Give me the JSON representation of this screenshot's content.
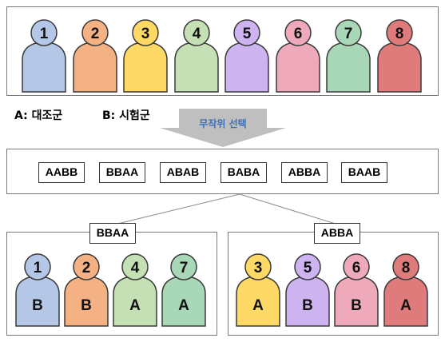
{
  "colors": {
    "c1": "#b4c7e7",
    "c2": "#f4b183",
    "c3": "#ffd966",
    "c4": "#c5e0b4",
    "c5": "#cdb4f0",
    "c6": "#eeaabb",
    "c7": "#a9d8b8",
    "c8": "#e07b7b"
  },
  "top_people": [
    {
      "num": "1",
      "color": "#b4c7e7"
    },
    {
      "num": "2",
      "color": "#f4b183"
    },
    {
      "num": "3",
      "color": "#ffd966"
    },
    {
      "num": "4",
      "color": "#c5e0b4"
    },
    {
      "num": "5",
      "color": "#cdb4f0"
    },
    {
      "num": "6",
      "color": "#eeaabb"
    },
    {
      "num": "7",
      "color": "#a9d8b8"
    },
    {
      "num": "8",
      "color": "#e07b7b"
    }
  ],
  "legend": {
    "a": "A: 대조군",
    "b": "B: 시험군"
  },
  "arrow_label": "무작위 선택",
  "sequences": [
    "AABB",
    "BBAA",
    "ABAB",
    "BABA",
    "ABBA",
    "BAAB"
  ],
  "left_group": {
    "tag": "BBAA",
    "people": [
      {
        "num": "1",
        "group": "B",
        "color": "#b4c7e7"
      },
      {
        "num": "2",
        "group": "B",
        "color": "#f4b183"
      },
      {
        "num": "4",
        "group": "A",
        "color": "#c5e0b4"
      },
      {
        "num": "7",
        "group": "A",
        "color": "#a9d8b8"
      }
    ]
  },
  "right_group": {
    "tag": "ABBA",
    "people": [
      {
        "num": "3",
        "group": "A",
        "color": "#ffd966"
      },
      {
        "num": "5",
        "group": "B",
        "color": "#cdb4f0"
      },
      {
        "num": "6",
        "group": "B",
        "color": "#eeaabb"
      },
      {
        "num": "8",
        "group": "A",
        "color": "#e07b7b"
      }
    ]
  }
}
